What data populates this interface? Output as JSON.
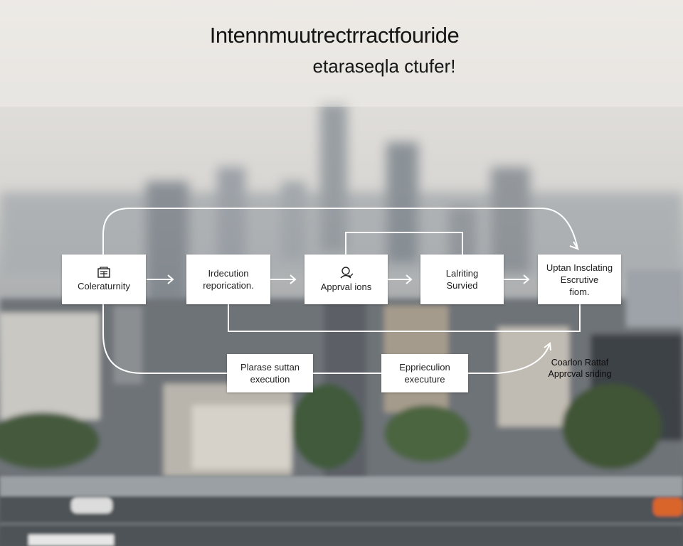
{
  "title": {
    "line1": "Intennmuutrectrractfouride",
    "line2": "etaraseqla ctufer!"
  },
  "nodes": [
    {
      "id": "n1",
      "label": "Coleraturnity",
      "icon": "org-building-icon"
    },
    {
      "id": "n2",
      "label": "Irdecution\nreporication."
    },
    {
      "id": "n3",
      "label": "Apprval ions",
      "icon": "user-approval-icon"
    },
    {
      "id": "n4",
      "label": "Lalriting\nSurvied"
    },
    {
      "id": "n5",
      "label": "Uptan Insclating\nEscrutive\nfiom."
    },
    {
      "id": "n6",
      "label": "Plarase suttan\nexecution"
    },
    {
      "id": "n7",
      "label": "Epprieculion\nexecuture"
    }
  ],
  "side_note": "Coarlon Rattaf\nApprcval sriding",
  "colors": {
    "box_fill": "#ffffff",
    "connector": "#ffffff",
    "text": "#222222"
  }
}
